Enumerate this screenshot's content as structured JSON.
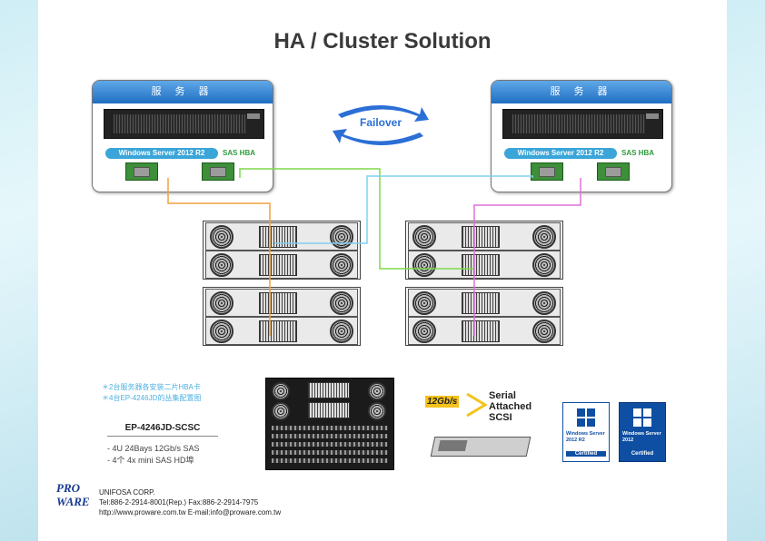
{
  "title": "HA / Cluster Solution",
  "servers": [
    {
      "header": "服 务 器",
      "os": "Windows Server 2012 R2",
      "hba": "SAS HBA"
    },
    {
      "header": "服 务 器",
      "os": "Windows Server 2012 R2",
      "hba": "SAS HBA"
    }
  ],
  "failover": "Failover",
  "notes": [
    "＊2台服务器各安装二片HBA卡",
    "＊4台EP-4246JD的丛集配置图"
  ],
  "model": "EP-4246JD-SCSC",
  "specs": [
    "- 4U 24Bays 12Gb/s SAS",
    "- 4个 4x mini SAS HD埠"
  ],
  "sas_logo": {
    "speed": "12Gb/s",
    "line1": "Serial",
    "line2": "Attached",
    "line3": "SCSI"
  },
  "certs": [
    {
      "text": "Windows Server 2012 R2",
      "badge": "Certified"
    },
    {
      "text": "Windows Server 2012",
      "badge": "Certified"
    }
  ],
  "brand": {
    "line1": "PRO",
    "line2": "WARE"
  },
  "contact": {
    "company": "UNIFOSA CORP.",
    "phone": "Tel:886-2-2914-8001(Rep.) Fax:886-2-2914-7975",
    "web": "http://www.proware.com.tw E-mail:info@proware.com.tw"
  },
  "colors": {
    "orange": "#f0a040",
    "cyan": "#7fd0ee",
    "green": "#7fd84a",
    "magenta": "#e070d8",
    "header_blue": "#1f6ec2",
    "failover_blue": "#2b6fd6"
  }
}
